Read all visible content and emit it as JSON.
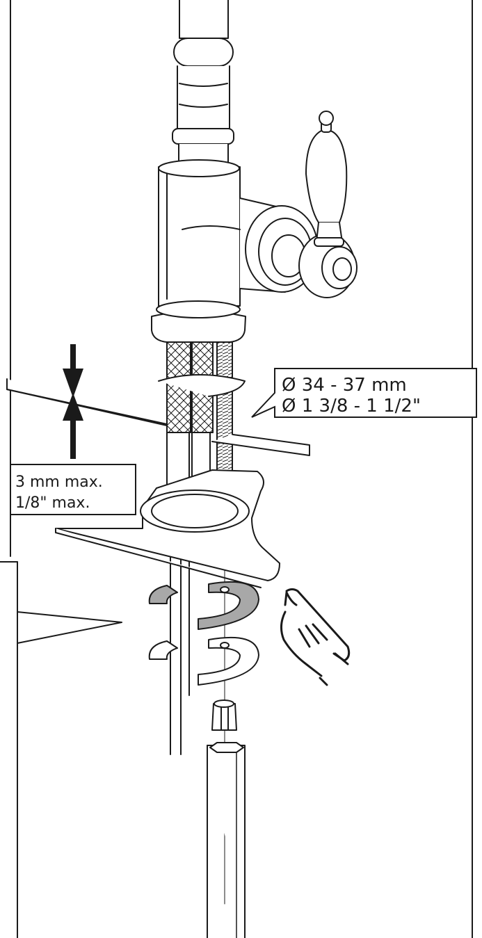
{
  "callouts": {
    "hole_diameter": {
      "line1": "Ø 34 - 37 mm",
      "line2": "Ø 1 3/8 - 1 1/2\""
    },
    "thickness": {
      "line1": "3 mm max.",
      "line2": "1/8\" max."
    }
  },
  "colors": {
    "line": "#1a1a1a",
    "washer_fill": "#a8a8a8",
    "background": "#ffffff"
  }
}
